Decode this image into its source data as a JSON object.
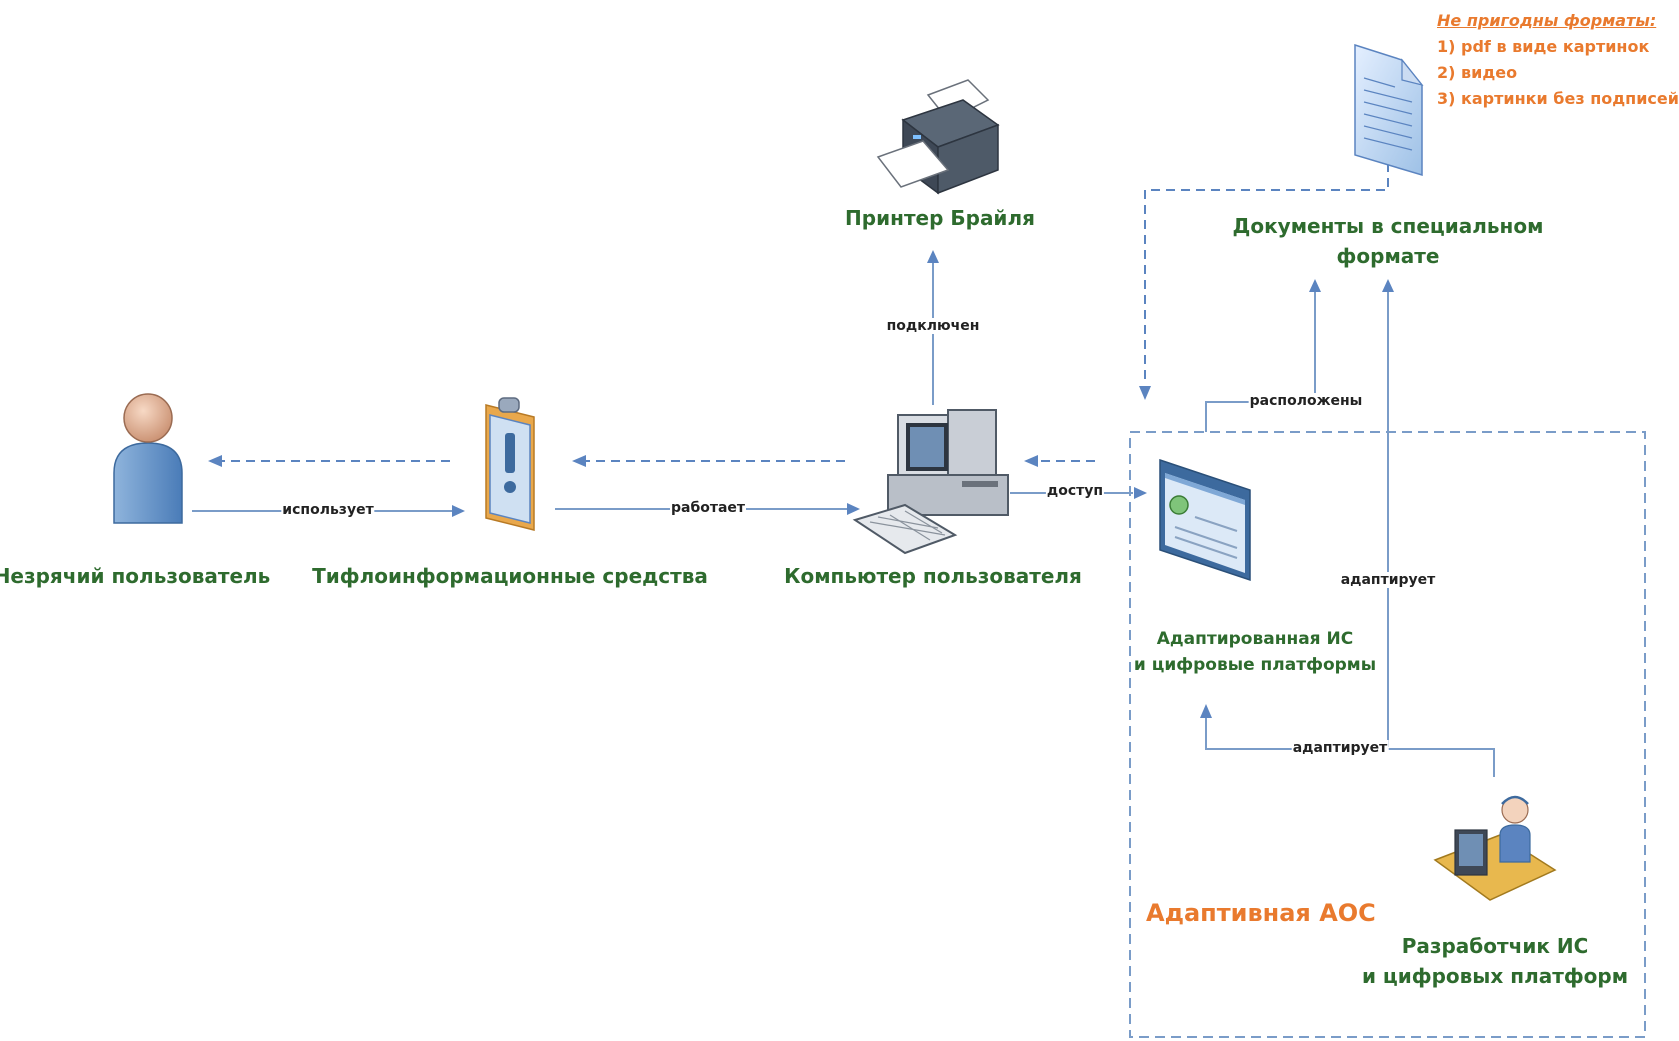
{
  "nodes": {
    "user": "Незрячий пользователь",
    "tiflo": "Тифлоинформационные средства",
    "computer": "Компьютер пользователя",
    "printer": "Принтер Брайля",
    "documents": [
      "Документы в специальном",
      "формате"
    ],
    "adapted_is": [
      "Адаптированная ИС",
      "и цифровые платформы"
    ],
    "developer": [
      "Разработчик ИС",
      "и цифровых платформ"
    ]
  },
  "edges": {
    "uses": "использует",
    "works": "работает",
    "connected": "подключен",
    "access": "доступ",
    "located": "расположены",
    "adapts_docs": "адаптирует",
    "adapts_is": "адаптирует"
  },
  "group_label": "Адаптивная АОС",
  "note": {
    "title": "Не пригодны форматы:",
    "items": [
      "1) pdf в виде картинок",
      "2) видео",
      "3) картинки без подписей"
    ]
  },
  "icons": {
    "user": "person-icon",
    "tiflo": "clipboard-alert-icon",
    "computer": "desktop-computer-icon",
    "printer": "printer-icon",
    "document": "document-icon",
    "browser": "browser-window-icon",
    "developer": "developer-workstation-icon"
  },
  "colors": {
    "node_text": "#2e6b2e",
    "accent_orange": "#e97a2e",
    "connector": "#5b84c0"
  }
}
